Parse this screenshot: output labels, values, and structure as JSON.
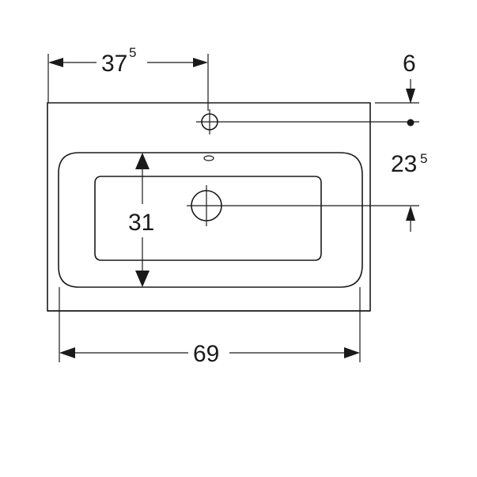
{
  "dimensions": {
    "tap_hole_offset": {
      "main": "37",
      "sup": "5"
    },
    "tap_hole_top": {
      "main": "6"
    },
    "drain_offset": {
      "main": "23",
      "sup": "5"
    },
    "bowl_depth": {
      "main": "31"
    },
    "bowl_width": {
      "main": "69"
    }
  }
}
